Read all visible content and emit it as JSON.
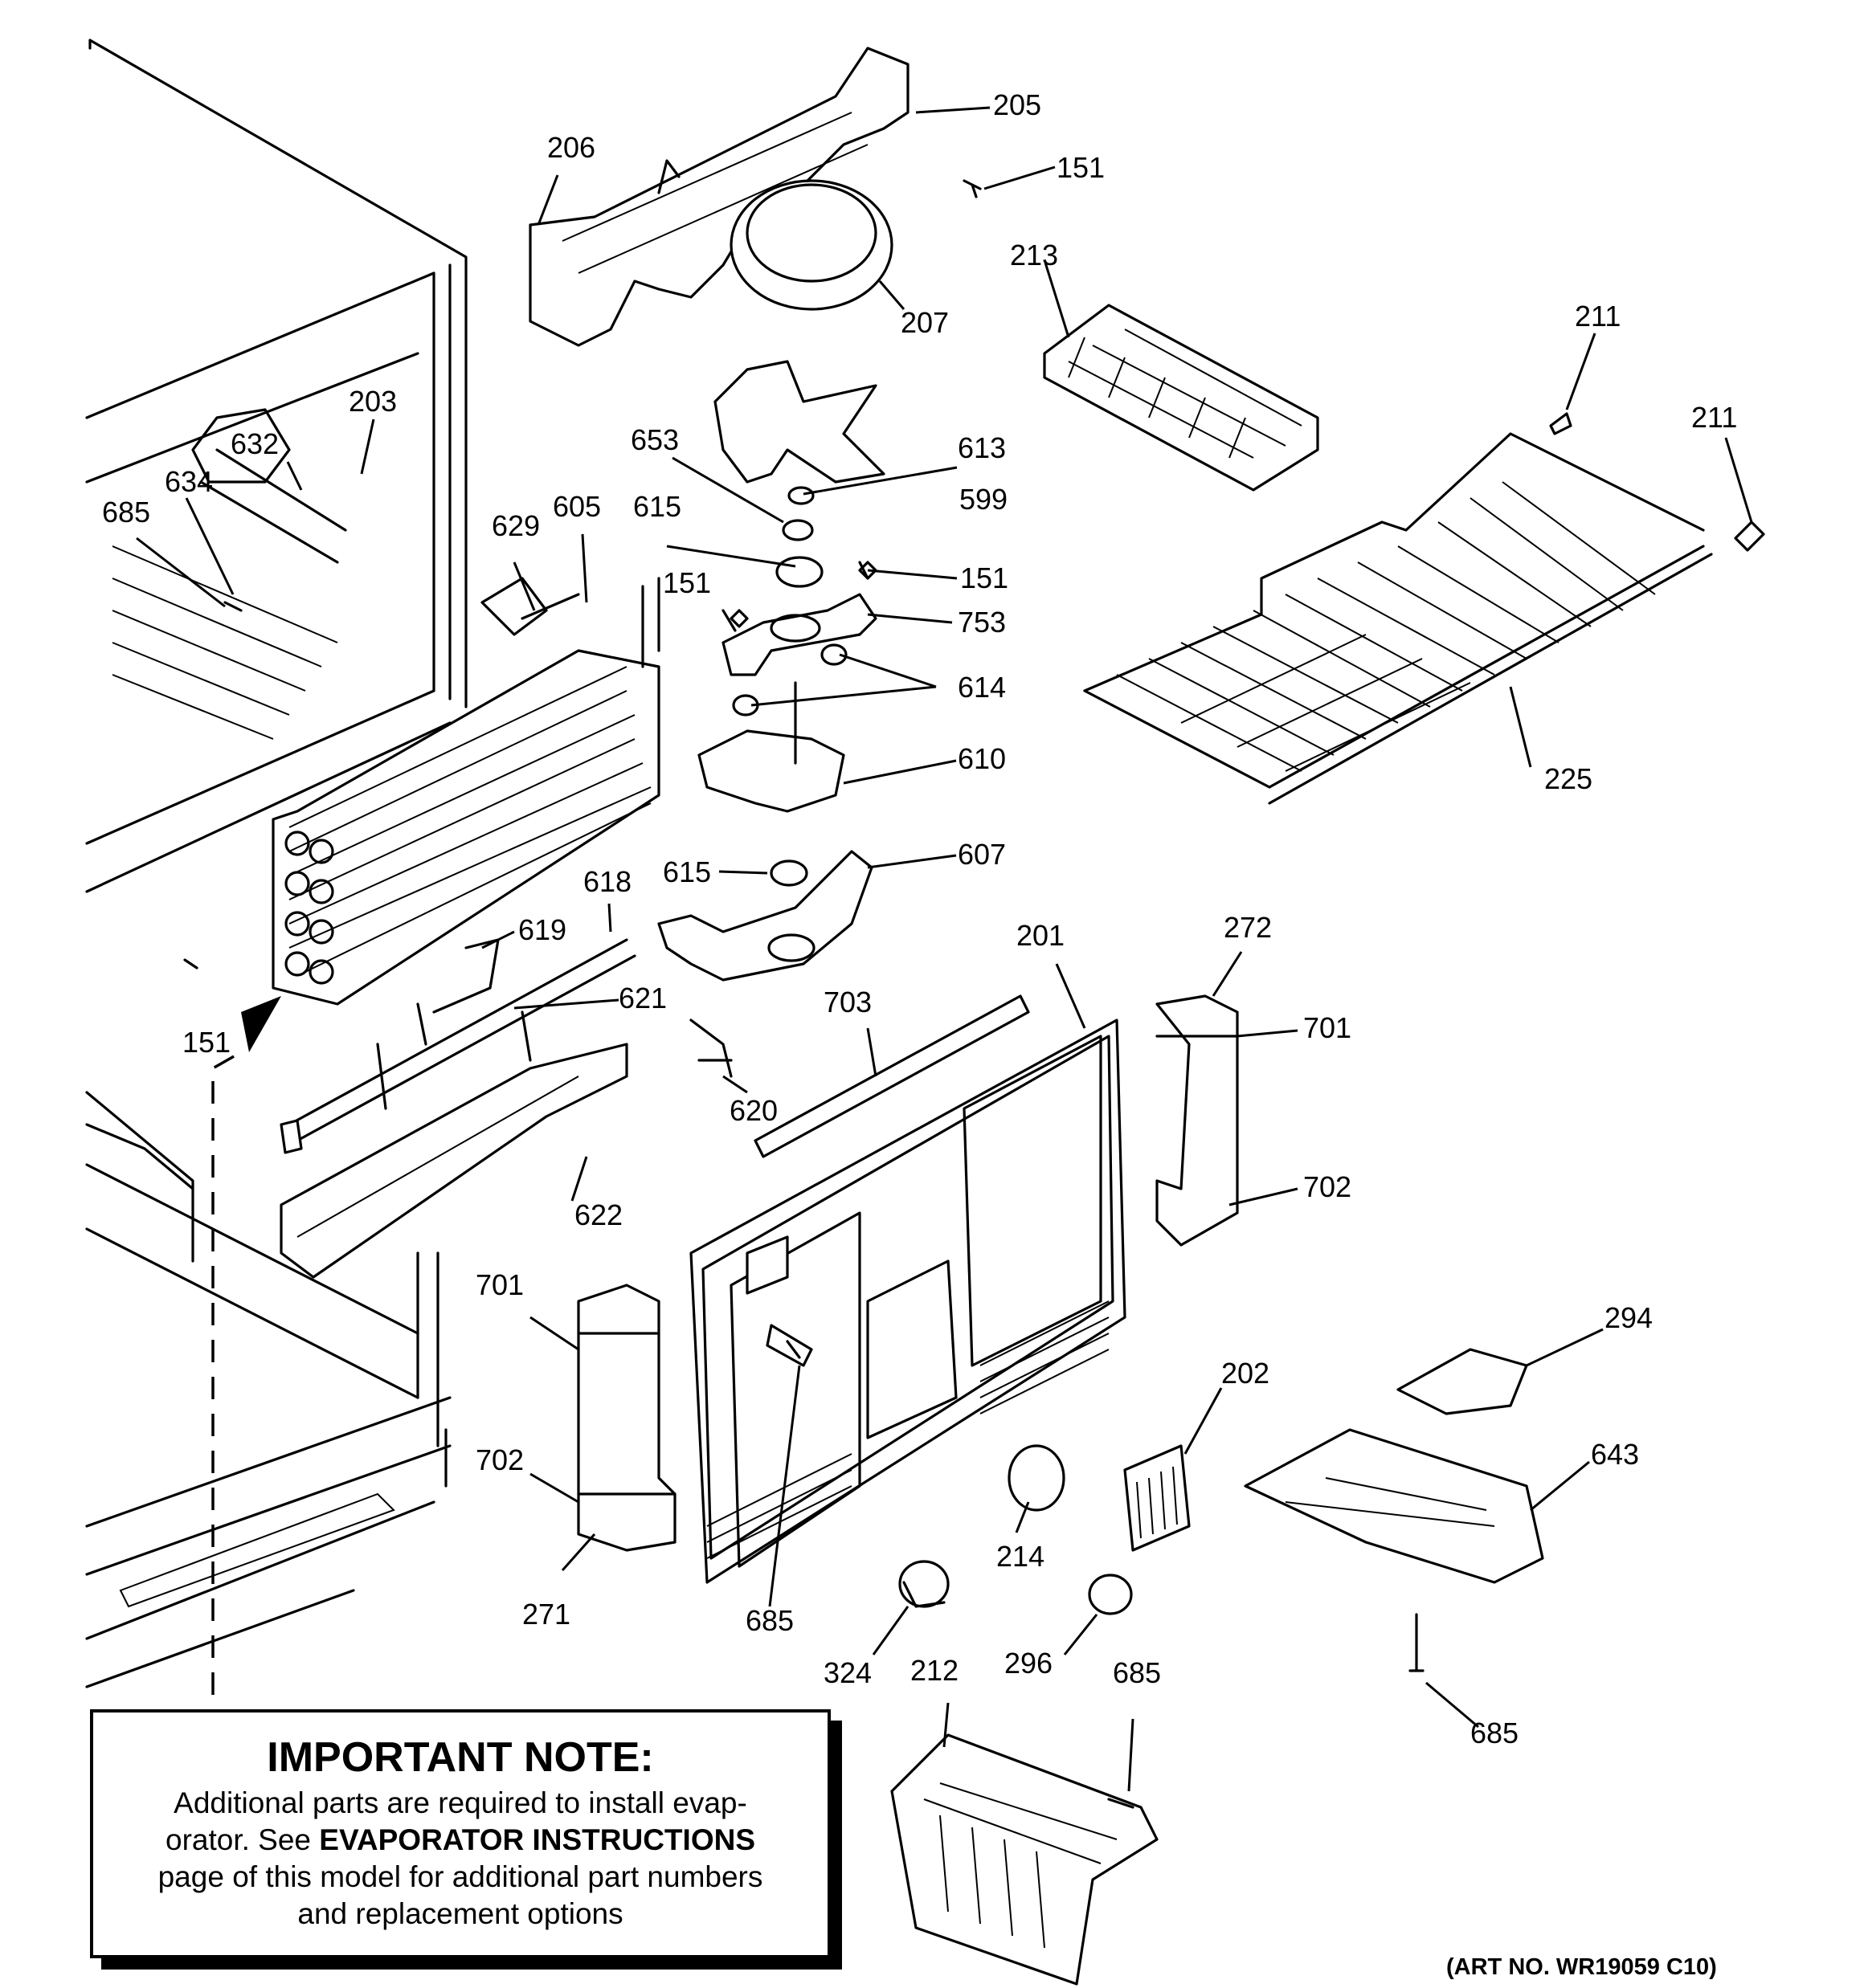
{
  "callouts": [
    "151",
    "151",
    "151",
    "151",
    "201",
    "202",
    "203",
    "205",
    "206",
    "207",
    "211",
    "211",
    "212",
    "213",
    "214",
    "225",
    "271",
    "272",
    "294",
    "296",
    "324",
    "599",
    "605",
    "607",
    "610",
    "613",
    "614",
    "615",
    "615",
    "618",
    "619",
    "620",
    "621",
    "622",
    "629",
    "632",
    "634",
    "643",
    "653",
    "685",
    "685",
    "685",
    "685",
    "701",
    "701",
    "702",
    "702",
    "703",
    "753"
  ],
  "note": {
    "title": "IMPORTANT NOTE:",
    "line1": "Additional parts are required to install evap-",
    "line2_a": "orator.  See ",
    "line2_b": "EVAPORATOR INSTRUCTIONS",
    "line3": "page of this model for additional part numbers",
    "line4": "and replacement options"
  },
  "art_number": "(ART NO. WR19059 C10)"
}
